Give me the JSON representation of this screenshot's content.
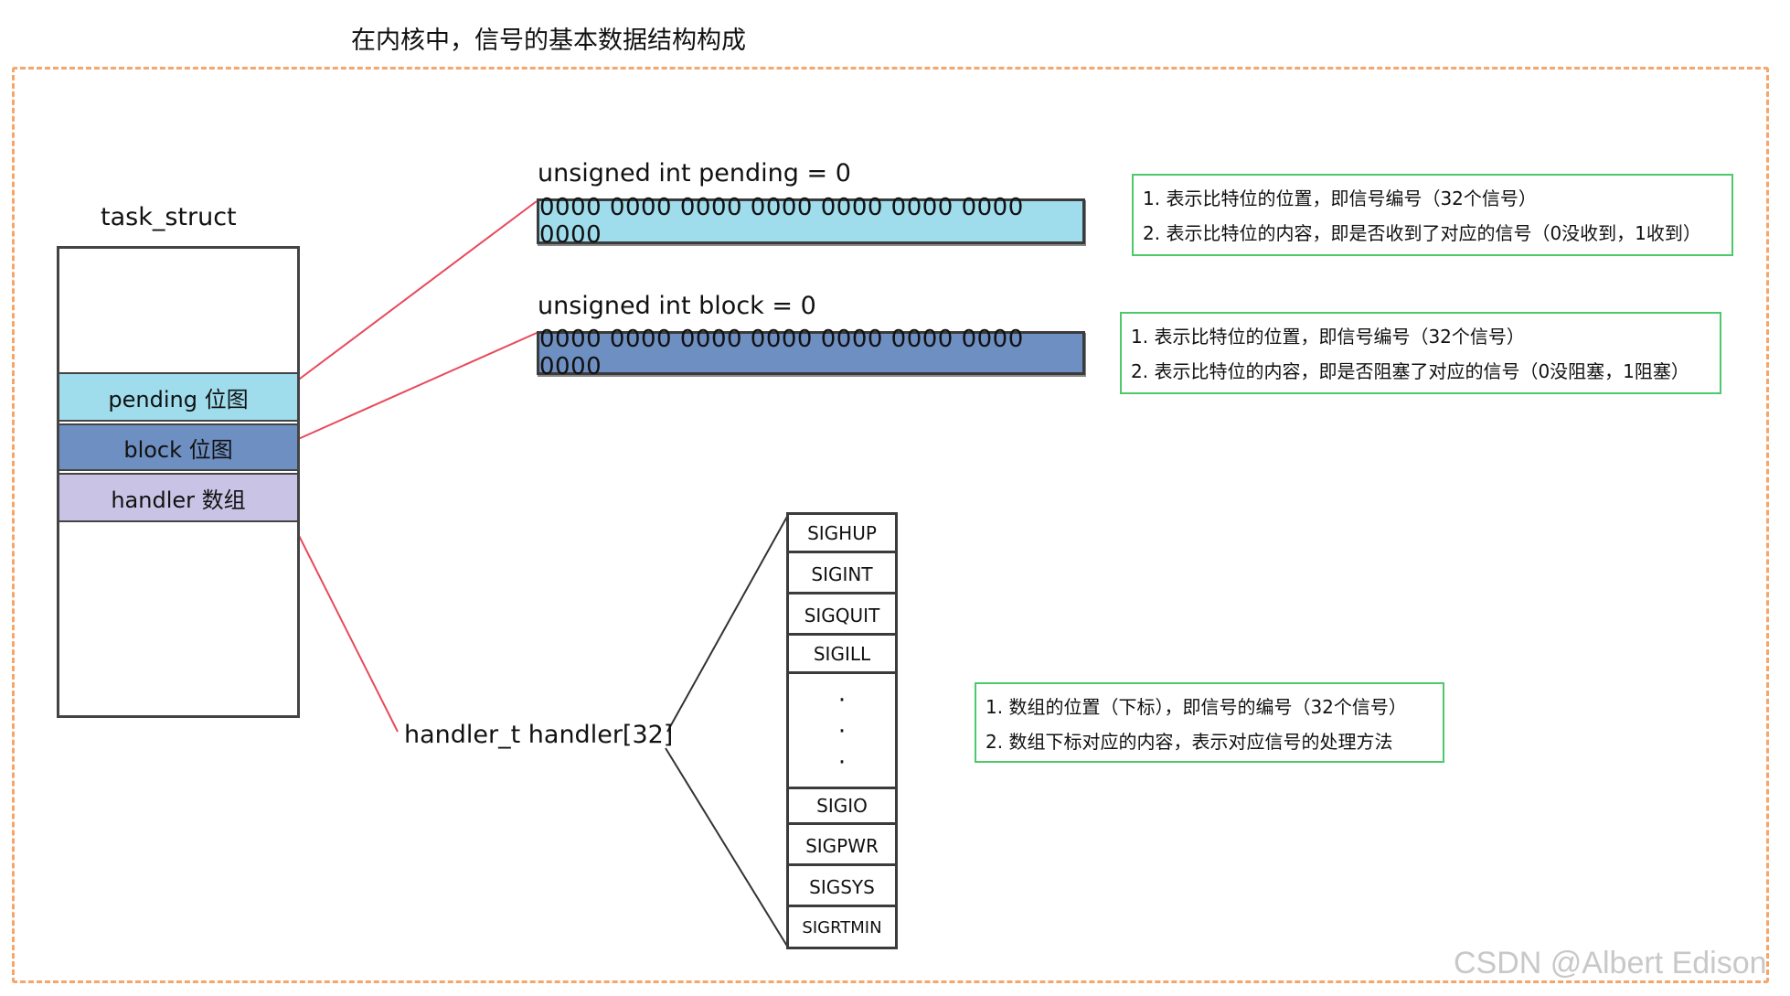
{
  "title": "在内核中，信号的基本数据结构构成",
  "task_struct": {
    "label": "task_struct",
    "rows": {
      "pending": "pending 位图",
      "block": "block 位图",
      "handler": "handler 数组"
    }
  },
  "pending": {
    "declaration": "unsigned int pending = 0",
    "bits": "0000 0000 0000 0000 0000 0000 0000 0000",
    "notes": [
      "1. 表示比特位的位置，即信号编号（32个信号）",
      "2. 表示比特位的内容，即是否收到了对应的信号（0没收到，1收到）"
    ]
  },
  "block": {
    "declaration": "unsigned int block = 0",
    "bits": "0000 0000 0000 0000 0000 0000 0000 0000",
    "notes": [
      "1. 表示比特位的位置，即信号编号（32个信号）",
      "2. 表示比特位的内容，即是否阻塞了对应的信号（0没阻塞，1阻塞）"
    ]
  },
  "handler": {
    "declaration": "handler_t handler[32]",
    "signals_top": [
      "SIGHUP",
      "SIGINT",
      "SIGQUIT",
      "SIGILL"
    ],
    "ellipsis": [
      "·",
      "·",
      "·"
    ],
    "signals_bottom": [
      "SIGIO",
      "SIGPWR",
      "SIGSYS",
      "SIGRTMIN"
    ],
    "notes": [
      "1. 数组的位置（下标），即信号的编号（32个信号）",
      "2. 数组下标对应的内容，表示对应信号的处理方法"
    ]
  },
  "watermark": "CSDN @Albert Edison",
  "colors": {
    "pending": "#9fdcec",
    "block": "#6e8fc1",
    "handler": "#c9c3e6",
    "frame": "#f5a66b",
    "note_border": "#4cc96a",
    "connector": "#e8495a"
  }
}
